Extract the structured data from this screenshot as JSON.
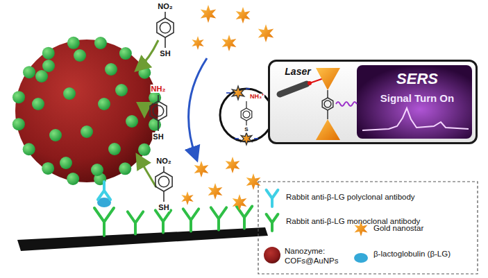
{
  "diagram": {
    "nodes": [
      {
        "text": [
          "Laser",
          "SERS",
          "Signal Turn On"
        ]
      }
    ],
    "labels": [
      "NO₂",
      "SH",
      "NH₂",
      "SH",
      "NO₂",
      "SH",
      "NH₃⁺",
      "S"
    ],
    "legend": [
      {
        "text": "Rabbit anti-β-LG polyclonal antibody"
      },
      {
        "text": "Rabbit anti-β-LG monoclonal antibody"
      },
      {
        "text": "Nanozyme: COFs@AuNPs"
      },
      {
        "text": "Gold nanostar"
      },
      {
        "text": "β-lactoglobulin (β-LG)"
      }
    ]
  }
}
